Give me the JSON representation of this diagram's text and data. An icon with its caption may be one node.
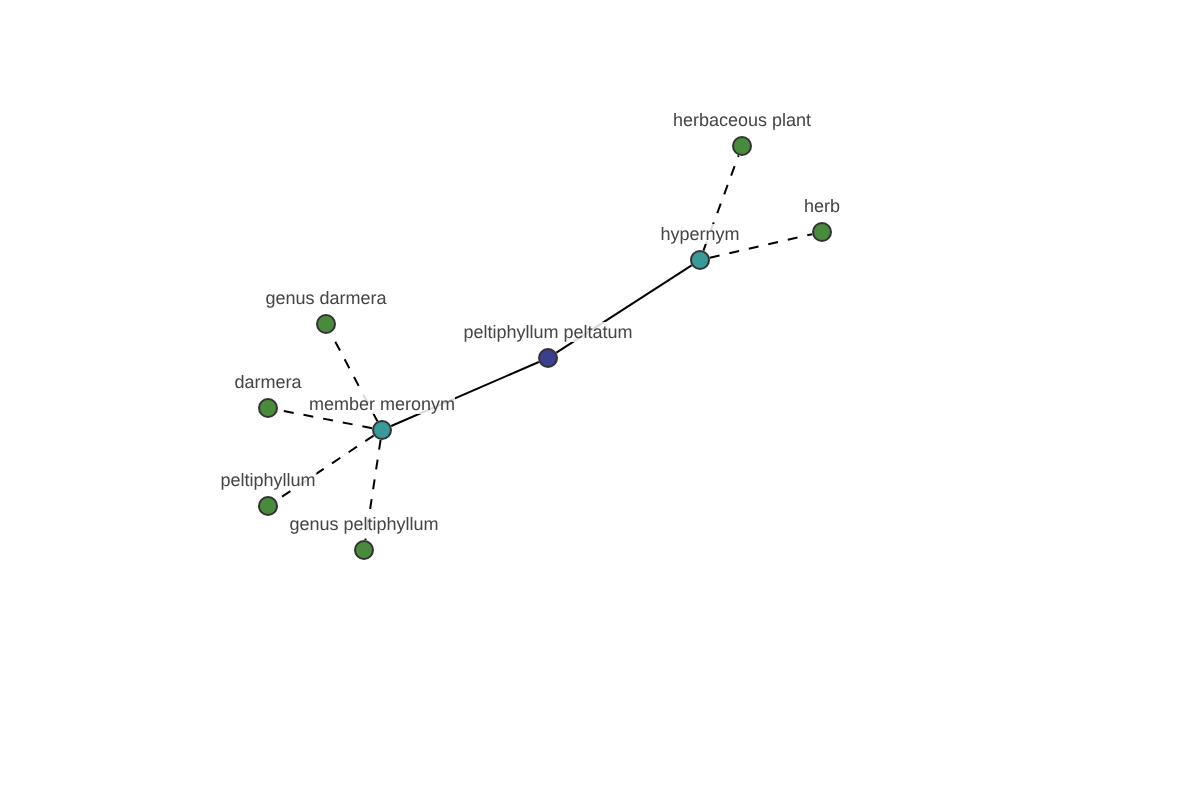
{
  "diagram": {
    "nodes": [
      {
        "text": [
          "herbaceous plant"
        ]
      },
      {
        "text": [
          "herb"
        ]
      },
      {
        "text": [
          "hypernym"
        ]
      },
      {
        "text": [
          "genus darmera"
        ]
      },
      {
        "text": [
          "peltiphyllum peltatum"
        ]
      },
      {
        "text": [
          "darmera"
        ]
      },
      {
        "text": [
          "member meronym"
        ]
      },
      {
        "text": [
          "peltiphyllum"
        ]
      },
      {
        "text": [
          "genus peltiphyllum"
        ]
      }
    ],
    "edges": [
      {
        "from": 4,
        "to": 2,
        "arrow": "none"
      },
      {
        "from": 2,
        "to": 0,
        "arrow": "none",
        "style": "dashed"
      },
      {
        "from": 2,
        "to": 1,
        "arrow": "none",
        "style": "dashed"
      },
      {
        "from": 4,
        "to": 6,
        "arrow": "none"
      },
      {
        "from": 6,
        "to": 3,
        "arrow": "none",
        "style": "dashed"
      },
      {
        "from": 6,
        "to": 5,
        "arrow": "none",
        "style": "dashed"
      },
      {
        "from": 6,
        "to": 7,
        "arrow": "none",
        "style": "dashed"
      },
      {
        "from": 6,
        "to": 8,
        "arrow": "none",
        "style": "dashed"
      }
    ]
  }
}
